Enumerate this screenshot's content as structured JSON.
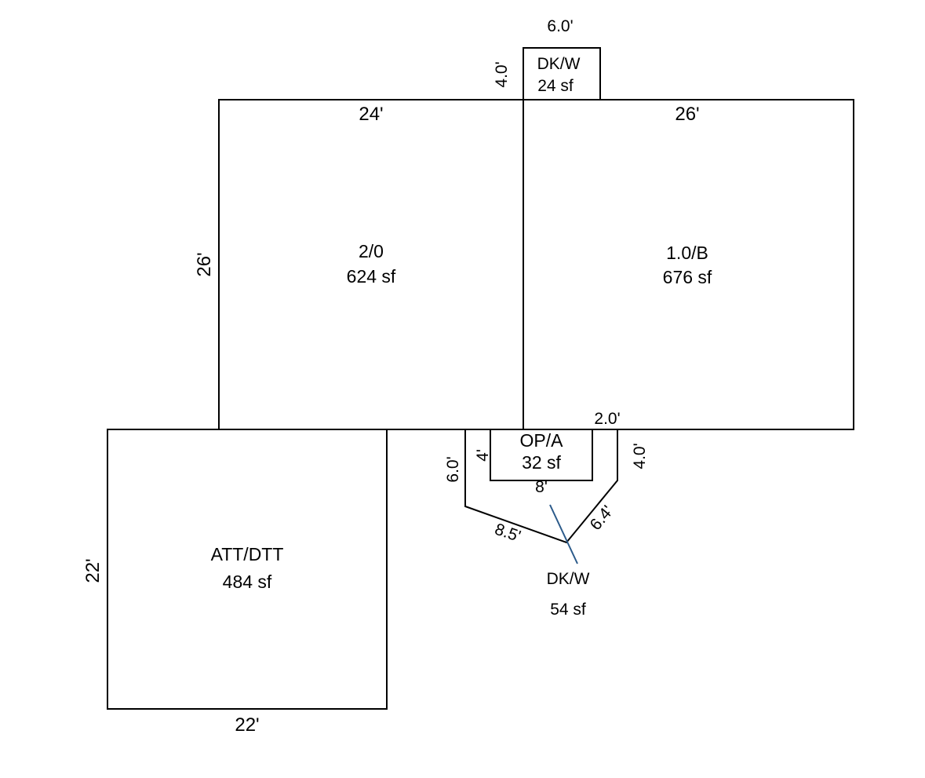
{
  "colors": {
    "lines": "#000000",
    "background": "#ffffff",
    "accent_line": "#2b5a8a"
  },
  "areas": {
    "second_floor": {
      "name": "2/0",
      "sf": "624 sf"
    },
    "first_floor": {
      "name": "1.0/B",
      "sf": "676 sf"
    },
    "garage": {
      "name": "ATT/DTT",
      "sf": "484 sf"
    },
    "porch": {
      "name": "OP/A",
      "sf": "32 sf"
    },
    "deck_top": {
      "name": "DK/W",
      "sf": "24 sf"
    },
    "deck_bottom": {
      "name": "DK/W",
      "sf": "54 sf"
    }
  },
  "dimensions": {
    "deck_top_width": "6.0'",
    "deck_top_depth": "4.0'",
    "second_floor_width": "24'",
    "second_floor_depth": "26'",
    "first_floor_width": "26'",
    "garage_width": "22'",
    "garage_depth": "22'",
    "porch_depth": "4'",
    "porch_width": "8'",
    "deck_bottom_top": "2.0'",
    "deck_bottom_right": "4.0'",
    "deck_bottom_left": "6.0'",
    "deck_bottom_diag_left": "8.5'",
    "deck_bottom_diag_right": "6.4'"
  }
}
